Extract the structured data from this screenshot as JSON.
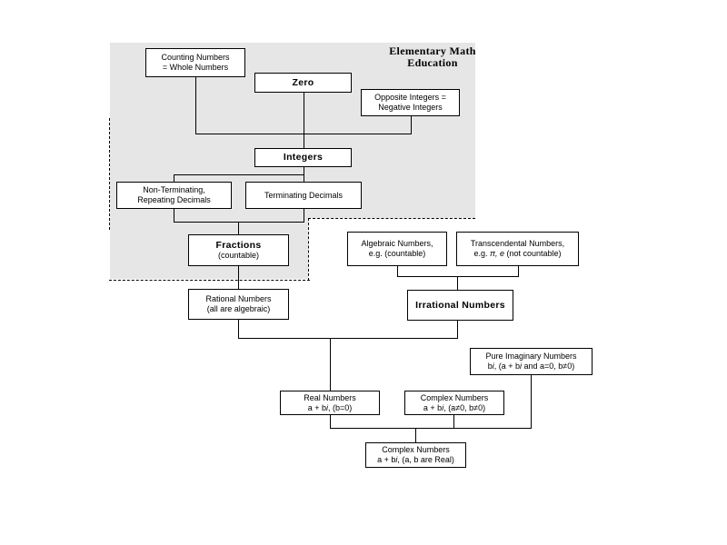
{
  "title": {
    "line1": "Elementary Math",
    "line2": "Education"
  },
  "nodes": {
    "counting": {
      "line1": "Counting Numbers",
      "line2": "= Whole Numbers"
    },
    "zero": {
      "label": "Zero"
    },
    "opposite": {
      "line1": "Opposite Integers =",
      "line2": "Negative Integers"
    },
    "integers": {
      "label": "Integers"
    },
    "nonterminating": {
      "line1": "Non-Terminating,",
      "line2": "Repeating Decimals"
    },
    "terminating": {
      "label": "Terminating Decimals"
    },
    "fractions": {
      "line1": "Fractions",
      "line2": "(countable)"
    },
    "rational": {
      "line1": "Rational Numbers",
      "line2": "(all are algebraic)"
    },
    "algebraic": {
      "line1": "Algebraic Numbers,",
      "line2": "e.g. (countable)"
    },
    "transcendental": {
      "line1": "Transcendental Numbers,",
      "line2_segs": [
        {
          "t": "e.g. "
        },
        {
          "t": "π, e",
          "it": true
        },
        {
          "t": " (not countable)"
        }
      ]
    },
    "irrational": {
      "label": "Irrational Numbers"
    },
    "pure_imaginary": {
      "line1": "Pure Imaginary Numbers",
      "line2_segs": [
        {
          "t": "b"
        },
        {
          "t": "i",
          "it": true
        },
        {
          "t": ", (a + b"
        },
        {
          "t": "i",
          "it": true
        },
        {
          "t": " and a=0, b≠0)"
        }
      ]
    },
    "real": {
      "line1": "Real Numbers",
      "line2_segs": [
        {
          "t": "a + b"
        },
        {
          "t": "i",
          "it": true
        },
        {
          "t": ", (b=0)"
        }
      ]
    },
    "complex_nonzero": {
      "line1": "Complex Numbers",
      "line2_segs": [
        {
          "t": "a + b"
        },
        {
          "t": "i",
          "it": true
        },
        {
          "t": ", (a≠0, b≠0)"
        }
      ]
    },
    "complex_all": {
      "line1": "Complex Numbers",
      "line2_segs": [
        {
          "t": "a + b"
        },
        {
          "t": "i",
          "it": true
        },
        {
          "t": ", (a, b are Real)"
        }
      ]
    }
  },
  "colors": {
    "shaded_region": "#e6e6e6",
    "box_border": "#000000",
    "connector": "#000000",
    "background": "#ffffff"
  }
}
